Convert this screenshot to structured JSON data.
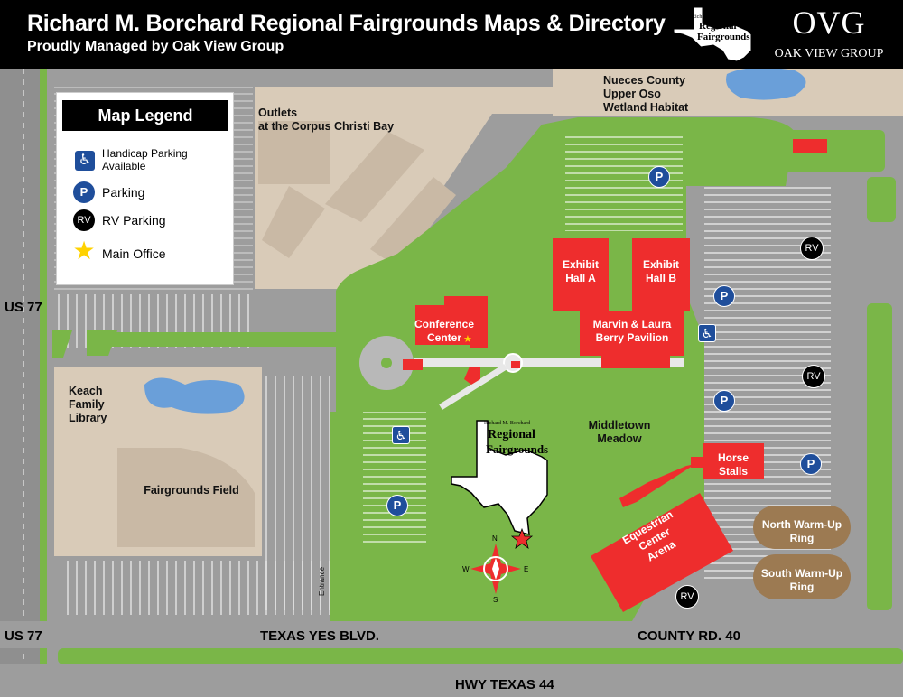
{
  "header": {
    "title": "Richard M. Borchard Regional Fairgrounds Maps & Directory",
    "subtitle": "Proudly Managed by Oak View Group",
    "fairgrounds_logo": {
      "line1": "Richard M. Borchard",
      "line2": "Regional",
      "line3": "Fairgrounds"
    },
    "ovg_logo": {
      "mark": "OVG",
      "name": "OAK VIEW GROUP"
    }
  },
  "legend": {
    "title": "Map Legend",
    "items": [
      {
        "label": "Handicap Parking Available",
        "icon": "handicap-parking-icon"
      },
      {
        "label": "Parking",
        "icon": "parking-icon",
        "glyph": "P"
      },
      {
        "label": "RV Parking",
        "icon": "rv-parking-icon",
        "glyph": "RV"
      },
      {
        "label": "Main Office",
        "icon": "main-office-star-icon"
      }
    ]
  },
  "places": {
    "outlets": "Outlets\nat the Corpus Christi Bay",
    "wetland": "Nueces County\nUpper Oso\nWetland Habitat",
    "library": "Keach\nFamily\nLibrary",
    "field": "Fairgrounds Field",
    "meadow": "Middletown\nMeadow",
    "conference": "Conference\nCenter",
    "hall_a": "Exhibit\nHall A",
    "hall_b": "Exhibit\nHall B",
    "pavilion": "Marvin & Laura\nBerry Pavilion",
    "horse": "Horse\nStalls",
    "arena": "Equestrian\nCenter\nArena",
    "north_ring": "North Warm-Up\nRing",
    "south_ring": "South Warm-Up\nRing",
    "entrance": "Entrance"
  },
  "roads": {
    "us77_top": "US 77",
    "us77_bottom": "US 77",
    "texas_yes": "TEXAS YES BLVD.",
    "county": "COUNTY RD. 40",
    "hwy": "HWY TEXAS 44"
  },
  "center_logo": {
    "line1": "Richard M. Borchard",
    "line2": "Regional",
    "line3": "Fairgrounds"
  },
  "compass": {
    "n": "N",
    "s": "S",
    "e": "E",
    "w": "W"
  },
  "markers": {
    "parking": "P",
    "rv": "RV"
  },
  "colors": {
    "grass": "#7ab648",
    "lot": "#9d9d9d",
    "building": "#ee2d2d",
    "ring": "#9c7a52",
    "water": "#6a9fd9",
    "tan": "#d9cbb8",
    "sign": "#1f4e9b"
  }
}
